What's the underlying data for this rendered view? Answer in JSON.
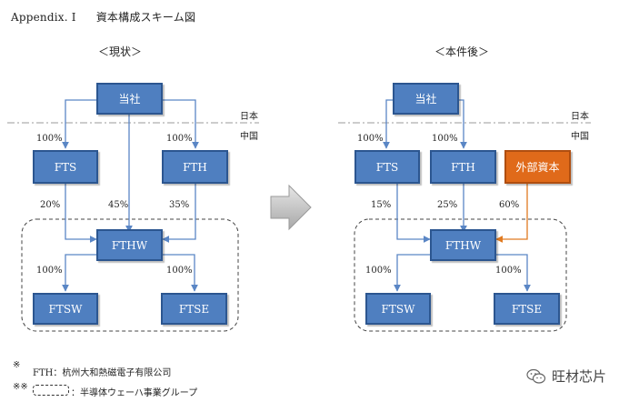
{
  "title": {
    "prefix": "Appendix. I",
    "text": "資本構成スキーム図"
  },
  "left": {
    "heading": "＜現状＞",
    "japan_label": "日本",
    "china_label": "中国",
    "boxes": {
      "tosha": "当社",
      "fts": "FTS",
      "fth": "FTH",
      "fthw": "FTHW",
      "ftsw": "FTSW",
      "ftse": "FTSE"
    },
    "pct": {
      "tosha_fts": "100%",
      "tosha_fth": "100%",
      "fts_fthw": "20%",
      "tosha_fthw": "45%",
      "fth_fthw": "35%",
      "fthw_ftsw": "100%",
      "fthw_ftse": "100%"
    }
  },
  "right": {
    "heading": "＜本件後＞",
    "japan_label": "日本",
    "china_label": "中国",
    "boxes": {
      "tosha": "当社",
      "fts": "FTS",
      "fth": "FTH",
      "external": "外部資本",
      "fthw": "FTHW",
      "ftsw": "FTSW",
      "ftse": "FTSE"
    },
    "pct": {
      "tosha_fts": "100%",
      "tosha_fth": "100%",
      "fts_fthw": "15%",
      "fth_fthw": "25%",
      "ext_fthw": "60%",
      "fthw_ftsw": "100%",
      "fthw_ftse": "100%"
    }
  },
  "notes": {
    "note1_mark": "※",
    "note1_text": "FTH：杭州大和熱磁電子有限公司",
    "note2_mark": "※※",
    "note2_text": "：半導体ウェーハ事業グループ"
  },
  "watermark": {
    "text": "旺材芯片"
  },
  "colors": {
    "box_fill": "#4f7fc0",
    "box_border": "#2c5690",
    "external_fill": "#e06a1a",
    "arrow_blue": "#5a86c5",
    "arrow_orange": "#e07a20"
  },
  "icons": {
    "transition_arrow": "right-arrow-icon",
    "watermark": "wechat-icon"
  }
}
